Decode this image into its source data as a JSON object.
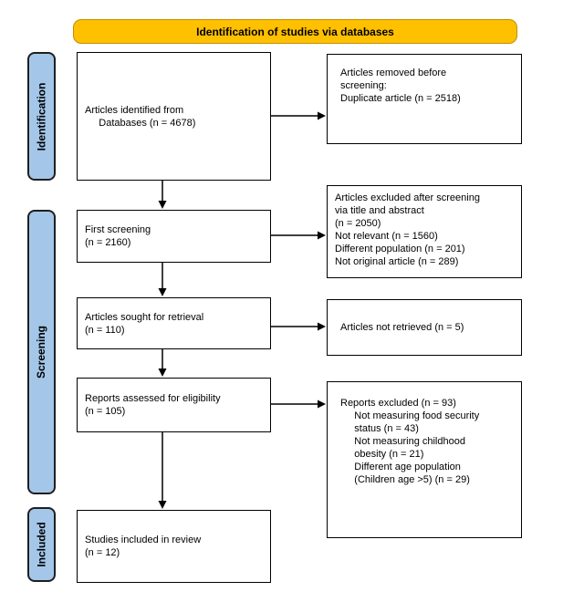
{
  "colors": {
    "banner-bg": "#FFC000",
    "banner-border": "#BF8F00",
    "stage-bg": "#A4C7E9",
    "stage-border": "#1F1F1F",
    "box-border": "#000000",
    "arrow": "#000000",
    "text": "#000000",
    "page-bg": "#FFFFFF"
  },
  "banner": {
    "label": "Identification of studies via databases"
  },
  "sidebar": {
    "stages": [
      {
        "label": "Identification"
      },
      {
        "label": "Screening"
      },
      {
        "label": "Included"
      }
    ]
  },
  "flow": {
    "main": [
      {
        "text": "Articles identified from\n     Databases (n = 4678)"
      },
      {
        "text": "First screening\n(n = 2160)"
      },
      {
        "text": "Articles sought for retrieval\n(n = 110)"
      },
      {
        "text": "Reports assessed for eligibility\n(n = 105)"
      },
      {
        "text": "Studies included in review\n(n = 12)"
      }
    ],
    "side": [
      {
        "text": "Articles removed before\nscreening:\nDuplicate article (n = 2518)"
      },
      {
        "text": "Articles excluded after screening\nvia title and abstract\n(n = 2050)\nNot relevant (n = 1560)\nDifferent population (n = 201)\nNot original article (n = 289)"
      },
      {
        "text": "Articles not retrieved (n = 5)"
      },
      {
        "text": "Reports excluded (n = 93)\n     Not measuring food security\n     status (n = 43)\n     Not measuring childhood\n     obesity (n = 21)\n     Different age population\n     (Children age >5) (n = 29)"
      }
    ]
  }
}
